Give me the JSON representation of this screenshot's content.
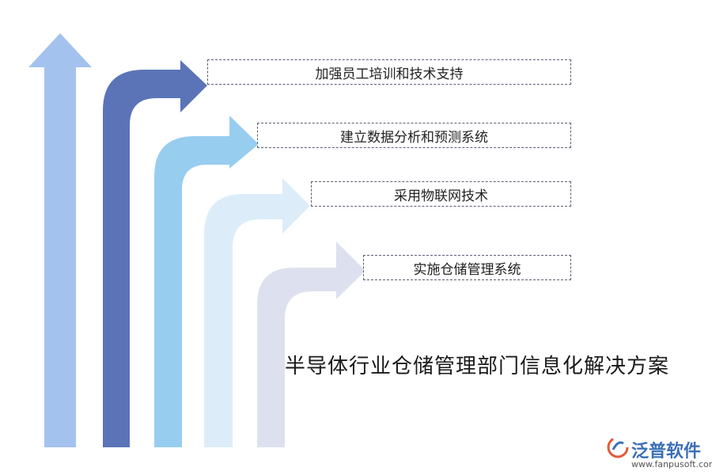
{
  "title": "半导体行业仓储管理部门信息化解决方案",
  "items": [
    {
      "label": "加强员工培训和技术支持",
      "color": "#5b74b8"
    },
    {
      "label": "建立数据分析和预测系统",
      "color": "#97cdef"
    },
    {
      "label": "采用物联网技术",
      "color": "#dcedf9"
    },
    {
      "label": "实施仓储管理系统",
      "color": "#dde1ef"
    }
  ],
  "straight_arrow_color": "#a3c2ee",
  "logo": {
    "brand": "泛普软件",
    "url": "www.fanpusoft.com"
  }
}
